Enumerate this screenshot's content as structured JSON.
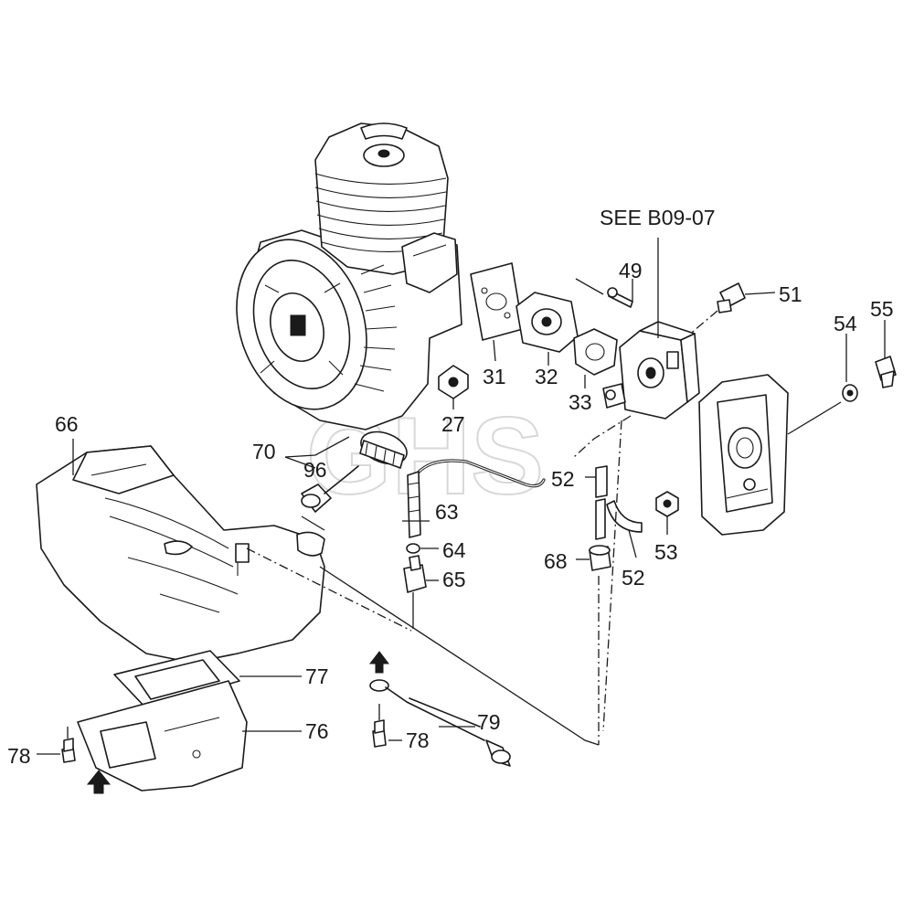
{
  "reference_note": "SEE B09-07",
  "watermark": "GHS",
  "callouts": {
    "p27": "27",
    "p31": "31",
    "p32": "32",
    "p33": "33",
    "p49": "49",
    "p51": "51",
    "p52a": "52",
    "p52b": "52",
    "p53": "53",
    "p54": "54",
    "p55": "55",
    "p63": "63",
    "p64": "64",
    "p65": "65",
    "p66": "66",
    "p68": "68",
    "p70": "70",
    "p76": "76",
    "p77": "77",
    "p78a": "78",
    "p78b": "78",
    "p79": "79",
    "p96": "96"
  },
  "colors": {
    "line": "#1a1a1a",
    "background": "#ffffff",
    "watermark": "#d8d8d8"
  }
}
